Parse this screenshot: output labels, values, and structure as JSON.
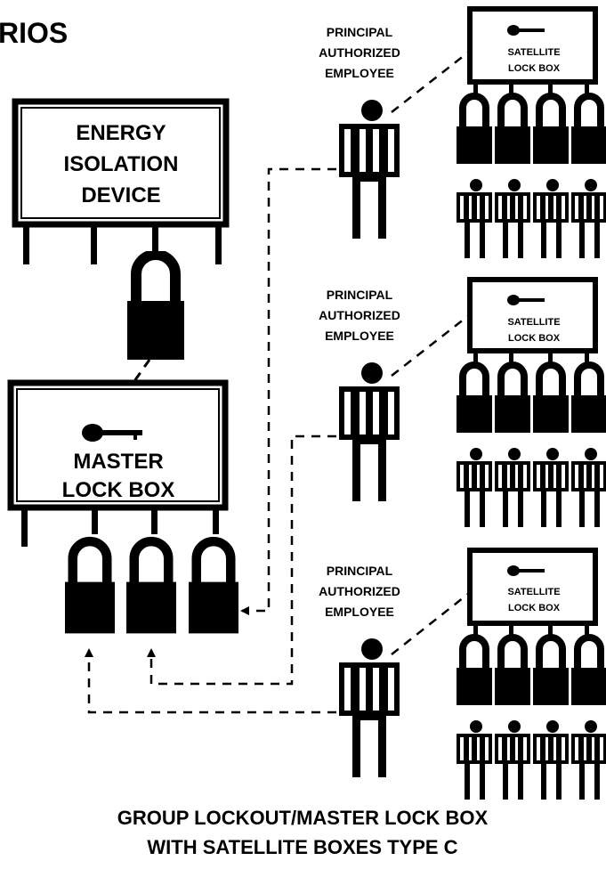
{
  "header": {
    "partial_title": "RIOS"
  },
  "energy_device": {
    "lines": [
      "ENERGY",
      "ISOLATION",
      "DEVICE"
    ]
  },
  "master_box": {
    "lines": [
      "MASTER",
      "LOCK BOX"
    ]
  },
  "groups": [
    {
      "employee_label": [
        "PRINCIPAL",
        "AUTHORIZED",
        "EMPLOYEE"
      ],
      "satellite_label": [
        "SATELLITE",
        "LOCK BOX"
      ]
    },
    {
      "employee_label": [
        "PRINCIPAL",
        "AUTHORIZED",
        "EMPLOYEE"
      ],
      "satellite_label": [
        "SATELLITE",
        "LOCK BOX"
      ]
    },
    {
      "employee_label": [
        "PRINCIPAL",
        "AUTHORIZED",
        "EMPLOYEE"
      ],
      "satellite_label": [
        "SATELLITE",
        "LOCK BOX"
      ]
    }
  ],
  "caption": {
    "line1": "GROUP LOCKOUT/MASTER LOCK BOX",
    "line2": "WITH SATELLITE BOXES TYPE C"
  },
  "colors": {
    "ink": "#000000",
    "paper": "#ffffff"
  },
  "icons": [
    "padlock-icon",
    "key-icon",
    "person-icon"
  ]
}
